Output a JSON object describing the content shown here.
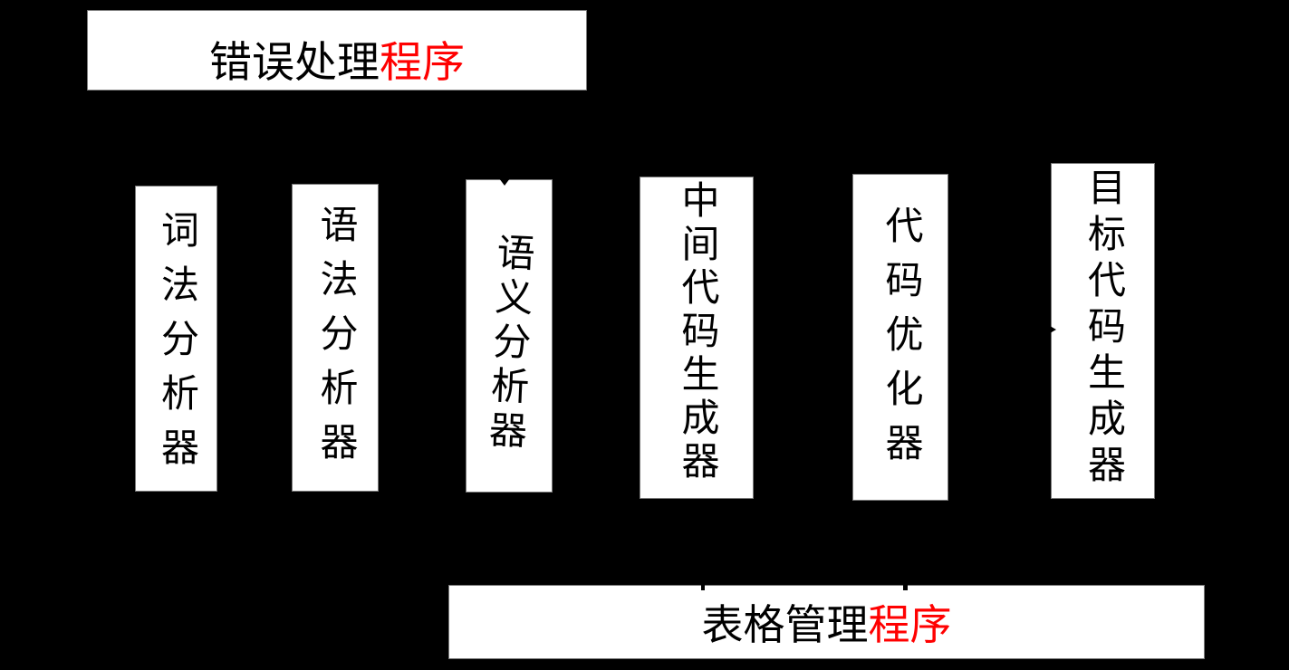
{
  "diagram": {
    "title_semantics": "compiler phases diagram",
    "colors": {
      "background": "#000000",
      "box_fill": "#ffffff",
      "text": "#000000",
      "accent_red": "#ff0000"
    },
    "error_handler_box": {
      "text_black": "错误处理",
      "text_red": "程序"
    },
    "table_manager_box": {
      "text_black": "表格管理",
      "text_red": "程序"
    },
    "stage_boxes": [
      {
        "label": "词法分析器"
      },
      {
        "label": "语法分析器"
      },
      {
        "label": "语义分析器"
      },
      {
        "label": "中间代码生成器"
      },
      {
        "label": "代码优化器"
      },
      {
        "label": "目标代码生成器"
      }
    ],
    "marks": {
      "arrowhead_down_on_stage3": "remnant of black arrow pointing down into 语义分析器 box",
      "arrowhead_right_on_stage6": "remnant of black arrow pointing right into 目标代码生成器 box",
      "stubs_on_table_box": "remnants of vertical arrow lines crossing top edge of 表格管理程序 box"
    }
  }
}
